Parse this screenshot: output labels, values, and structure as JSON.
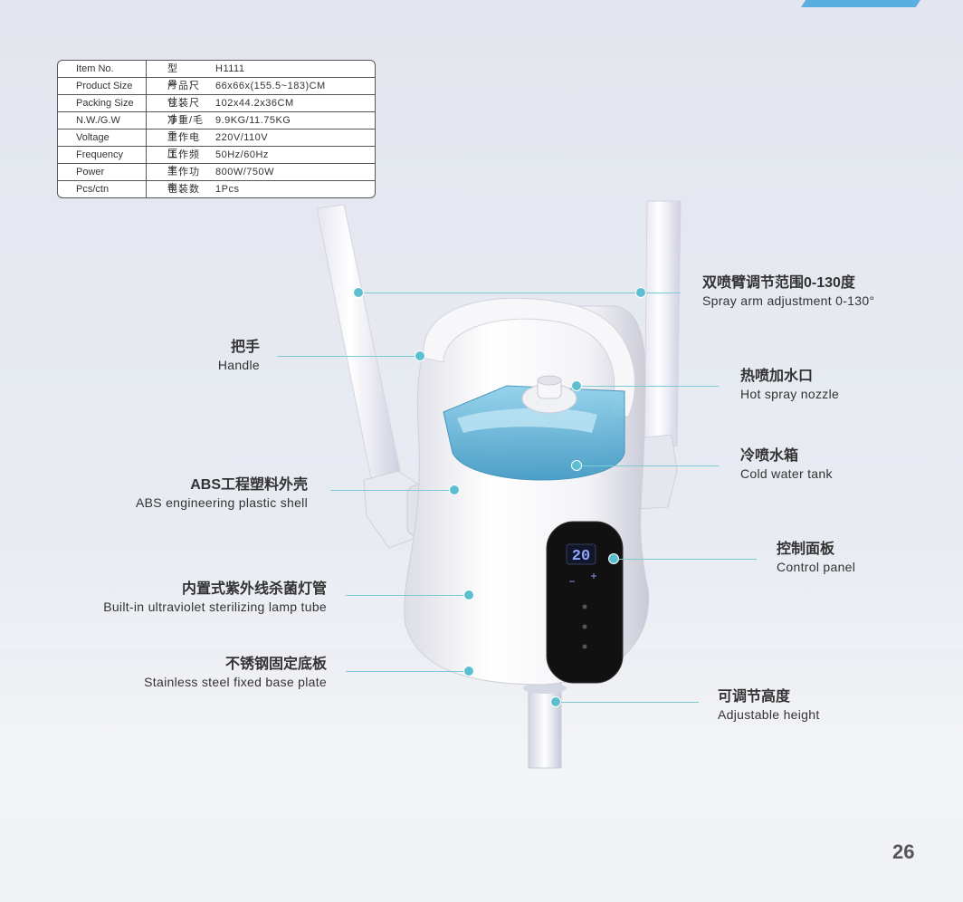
{
  "spec_table": [
    {
      "en": "Item No.",
      "cn": "型号：",
      "val": "H1111"
    },
    {
      "en": "Product Size",
      "cn": "产品尺寸：",
      "val": "66x66x(155.5~183)CM"
    },
    {
      "en": "Packing Size",
      "cn": "包装尺寸：",
      "val": "102x44.2x36CM"
    },
    {
      "en": "N.W./G.W",
      "cn": "净重/毛重：",
      "val": "9.9KG/11.75KG"
    },
    {
      "en": "Voltage",
      "cn": "工作电压：",
      "val": "220V/110V"
    },
    {
      "en": "Frequency",
      "cn": "工作频率：",
      "val": "50Hz/60Hz"
    },
    {
      "en": "Power",
      "cn": "工作功率：",
      "val": "800W/750W"
    },
    {
      "en": "Pcs/ctn",
      "cn": "包装数量：",
      "val": "1Pcs"
    }
  ],
  "callouts": {
    "spray_arm": {
      "cn": "双喷臂调节范围0-130度",
      "en": "Spray arm adjustment 0-130°"
    },
    "handle": {
      "cn": "把手",
      "en": "Handle"
    },
    "hot_nozzle": {
      "cn": "热喷加水口",
      "en": "Hot spray nozzle"
    },
    "cold_tank": {
      "cn": "冷喷水箱",
      "en": "Cold water tank"
    },
    "abs_shell": {
      "cn": "ABS工程塑料外壳",
      "en": "ABS engineering plastic shell"
    },
    "control_panel": {
      "cn": "控制面板",
      "en": "Control panel"
    },
    "uv_lamp": {
      "cn": "内置式紫外线杀菌灯管",
      "en": "Built-in ultraviolet sterilizing lamp tube"
    },
    "base_plate": {
      "cn": "不锈钢固定底板",
      "en": "Stainless steel fixed base plate"
    },
    "height": {
      "cn": "可调节高度",
      "en": "Adjustable height"
    }
  },
  "display": {
    "reading": "20",
    "minus": "−",
    "plus": "+"
  },
  "page_number": "26",
  "colors": {
    "accent": "#5cbfcf",
    "tank_blue": "#4aa6cf",
    "panel": "#111111",
    "display_digits": "#8fa8ff"
  }
}
